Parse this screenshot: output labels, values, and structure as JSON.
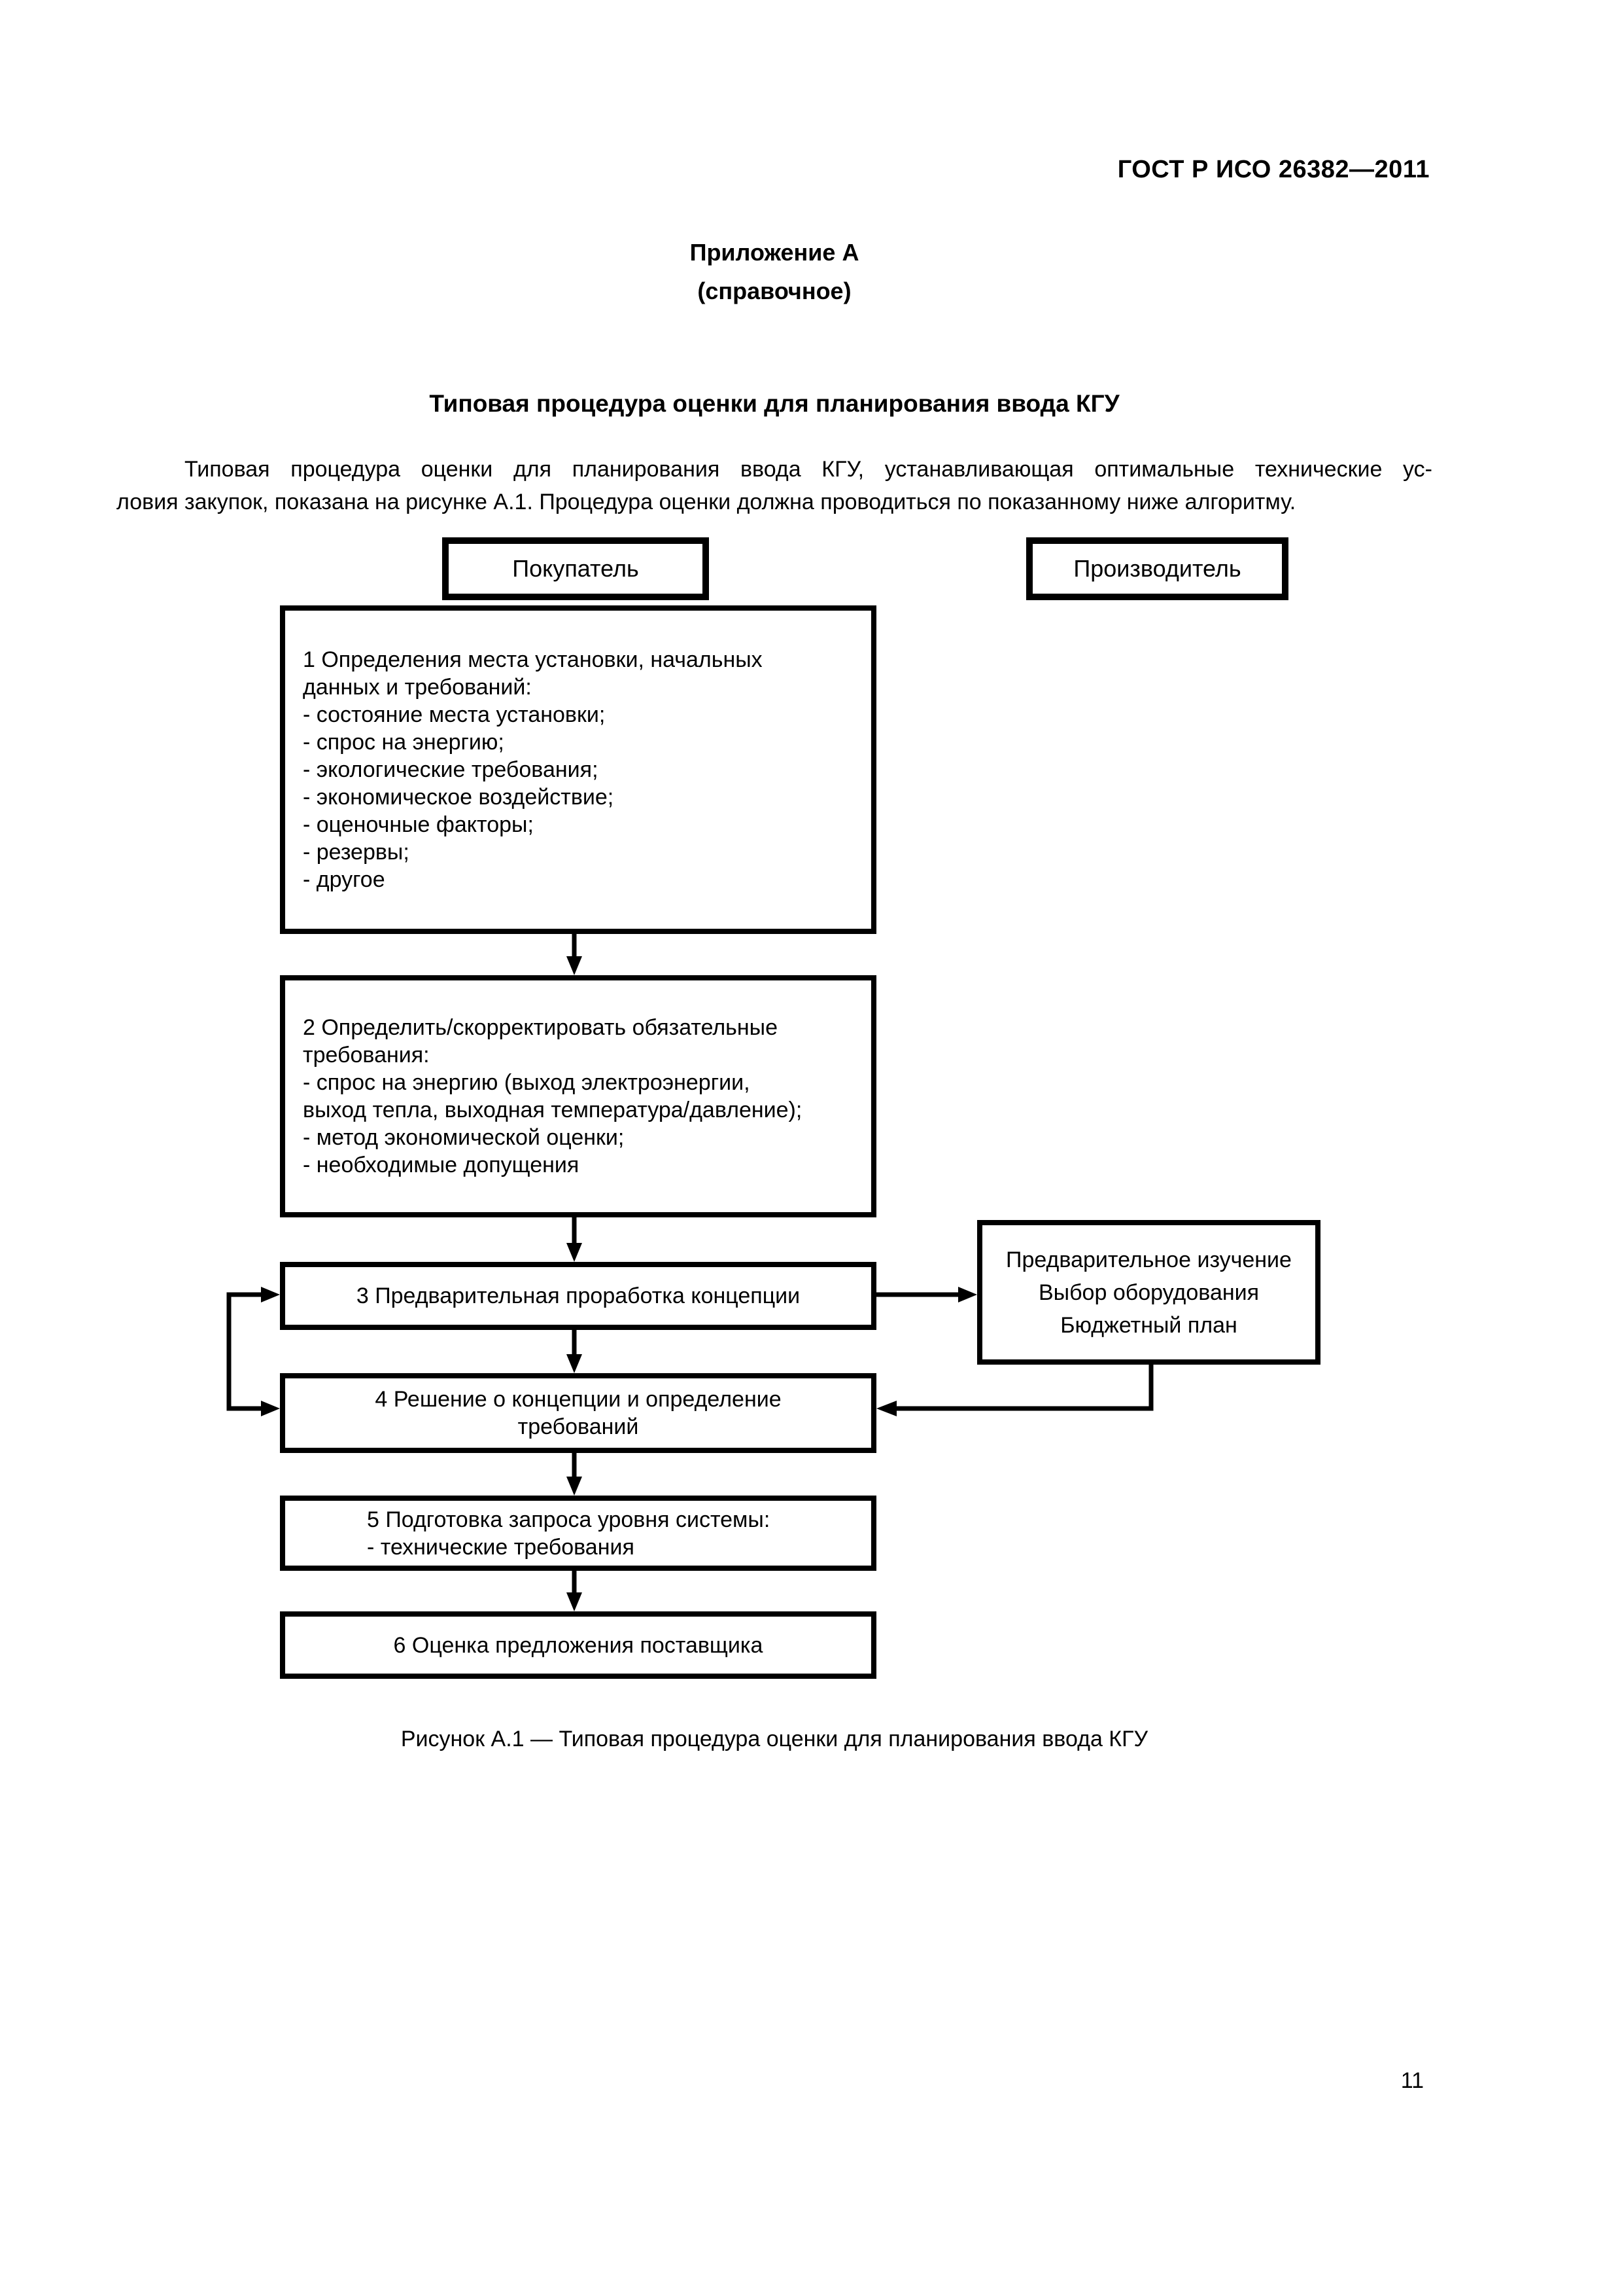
{
  "page": {
    "doc_number": "ГОСТ Р ИСО 26382—2011",
    "appendix_title": "Приложение А",
    "appendix_subtitle": "(справочное)",
    "section_title": "Типовая процедура оценки для планирования ввода КГУ",
    "intro_lines": [
      "Типовая процедура оценки для планирования ввода КГУ, устанавливающая оптимальные технические ус-",
      "ловия закупок, показана на рисунке А.1. Процедура оценки должна проводиться по показанному ниже алгоритму."
    ],
    "figure_caption": "Рисунок А.1 — Типовая процедура оценки для планирования ввода КГУ",
    "page_number": "11"
  },
  "flowchart": {
    "actors": [
      {
        "label": "Покупатель"
      },
      {
        "label": "Производитель"
      }
    ],
    "steps": [
      {
        "text": "1 Определения места установки, начальных\nданных и требований:\n- состояние места установки;\n- спрос на энергию;\n- экологические требования;\n- экономическое воздействие;\n- оценочные факторы;\n- резервы;\n- другое"
      },
      {
        "text": "2 Определить/скорректировать обязательные\nтребования:\n- спрос на энергию (выход электроэнергии,\nвыход тепла, выходная температура/давление);\n- метод экономической оценки;\n- необходимые допущения"
      },
      {
        "text": "3 Предварительная проработка концепции"
      },
      {
        "text": "4 Решение о концепции и определение\nтребований"
      },
      {
        "text": "5 Подготовка запроса уровня системы:\n- технические требования"
      },
      {
        "text": "6 Оценка предложения поставщика"
      }
    ],
    "side_box": {
      "text": "Предварительное изучение\nВыбор оборудования\nБюджетный план"
    }
  }
}
